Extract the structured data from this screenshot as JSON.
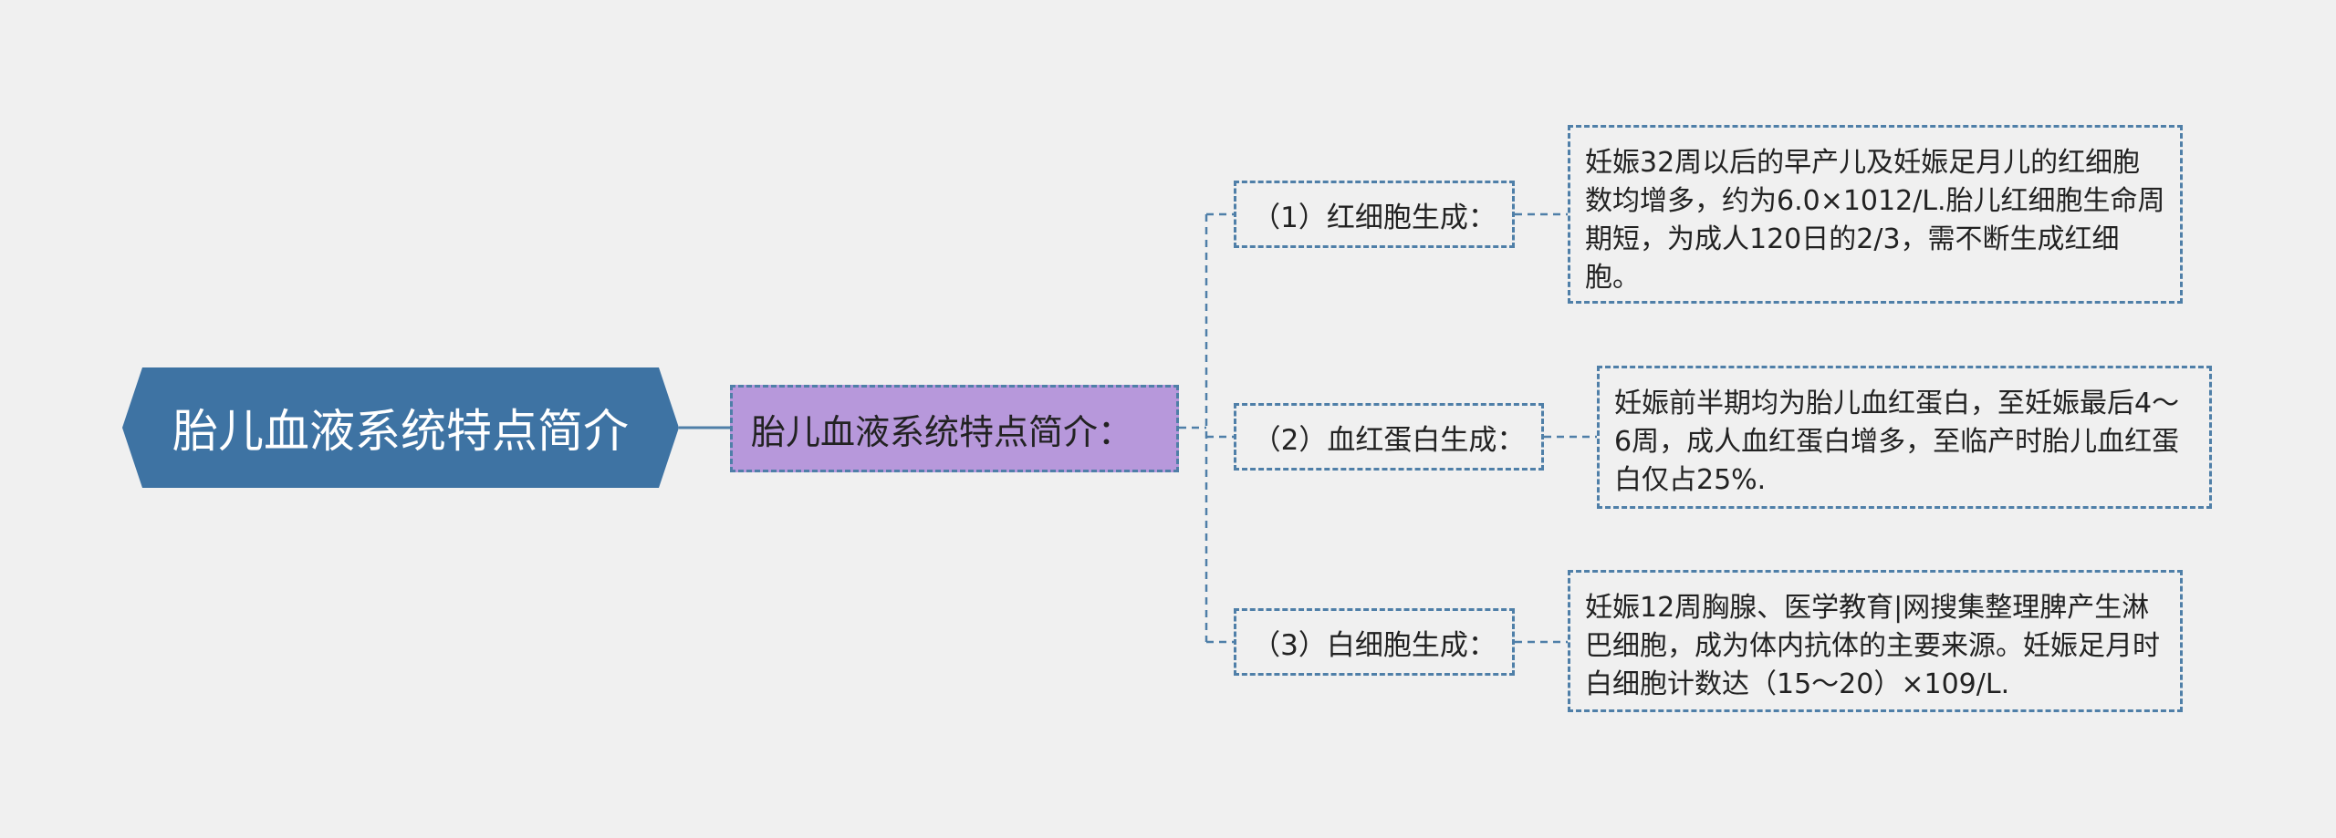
{
  "root": {
    "title": "胎儿血液系统特点简介"
  },
  "mid": {
    "label": "胎儿血液系统特点简介："
  },
  "branches": [
    {
      "label": "（1）红细胞生成：",
      "text": "妊娠32周以后的早产儿及妊娠足月儿的红细胞数均增多，约为6.0×1012/L.胎儿红细胞生命周期短，为成人120日的2/3，需不断生成红细胞。"
    },
    {
      "label": "（2）血红蛋白生成：",
      "text": "妊娠前半期均为胎儿血红蛋白，至妊娠最后4～6周，成人血红蛋白增多，至临产时胎儿血红蛋白仅占25%."
    },
    {
      "label": "（3）白细胞生成：",
      "text": "妊娠12周胸腺、医学教育|网搜集整理脾产生淋巴细胞，成为体内抗体的主要来源。妊娠足月时白细胞计数达（15～20）×109/L."
    }
  ]
}
